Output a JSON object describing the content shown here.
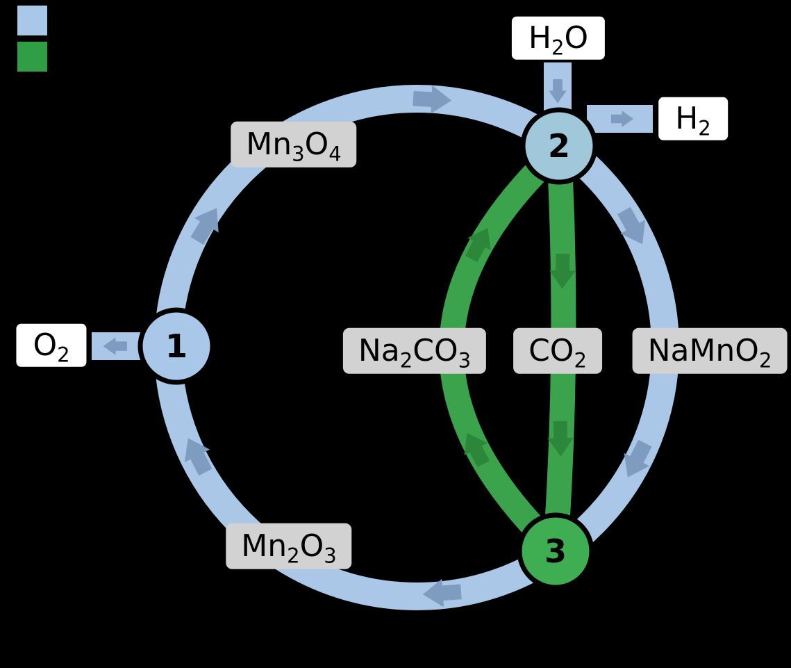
{
  "palette": {
    "background": "#000000",
    "cycle_blue": "#aac7e8",
    "cycle_arrow_blue": "#7e9cc0",
    "cycle_green": "#3aa34c",
    "cycle_arrow_green": "#2c873a",
    "node_blue": "#a9c7e9",
    "node_blue_green": "#a0c7da",
    "node_green": "#3fae52",
    "label_gray_bg": "#d2d2d2",
    "io_box_bg": "#ffffff",
    "text_black": "#000000"
  },
  "legend": {
    "swatches": [
      {
        "name": "blue-cycle",
        "color": "#a9c7e9"
      },
      {
        "name": "green-cycle",
        "color": "#2f9e44"
      }
    ]
  },
  "cycle": {
    "nodes": [
      {
        "number": "1"
      },
      {
        "number": "2"
      },
      {
        "number": "3"
      }
    ],
    "ring_labels": {
      "top_left": "Mn3O4",
      "bottom_left": "Mn2O3",
      "right": "NaMnO2"
    },
    "inner_labels": {
      "up_path": "Na2CO3",
      "down_path": "CO2"
    },
    "io_labels": {
      "water_in": "H2O",
      "hydrogen_out": "H2",
      "oxygen_out": "O2"
    }
  }
}
